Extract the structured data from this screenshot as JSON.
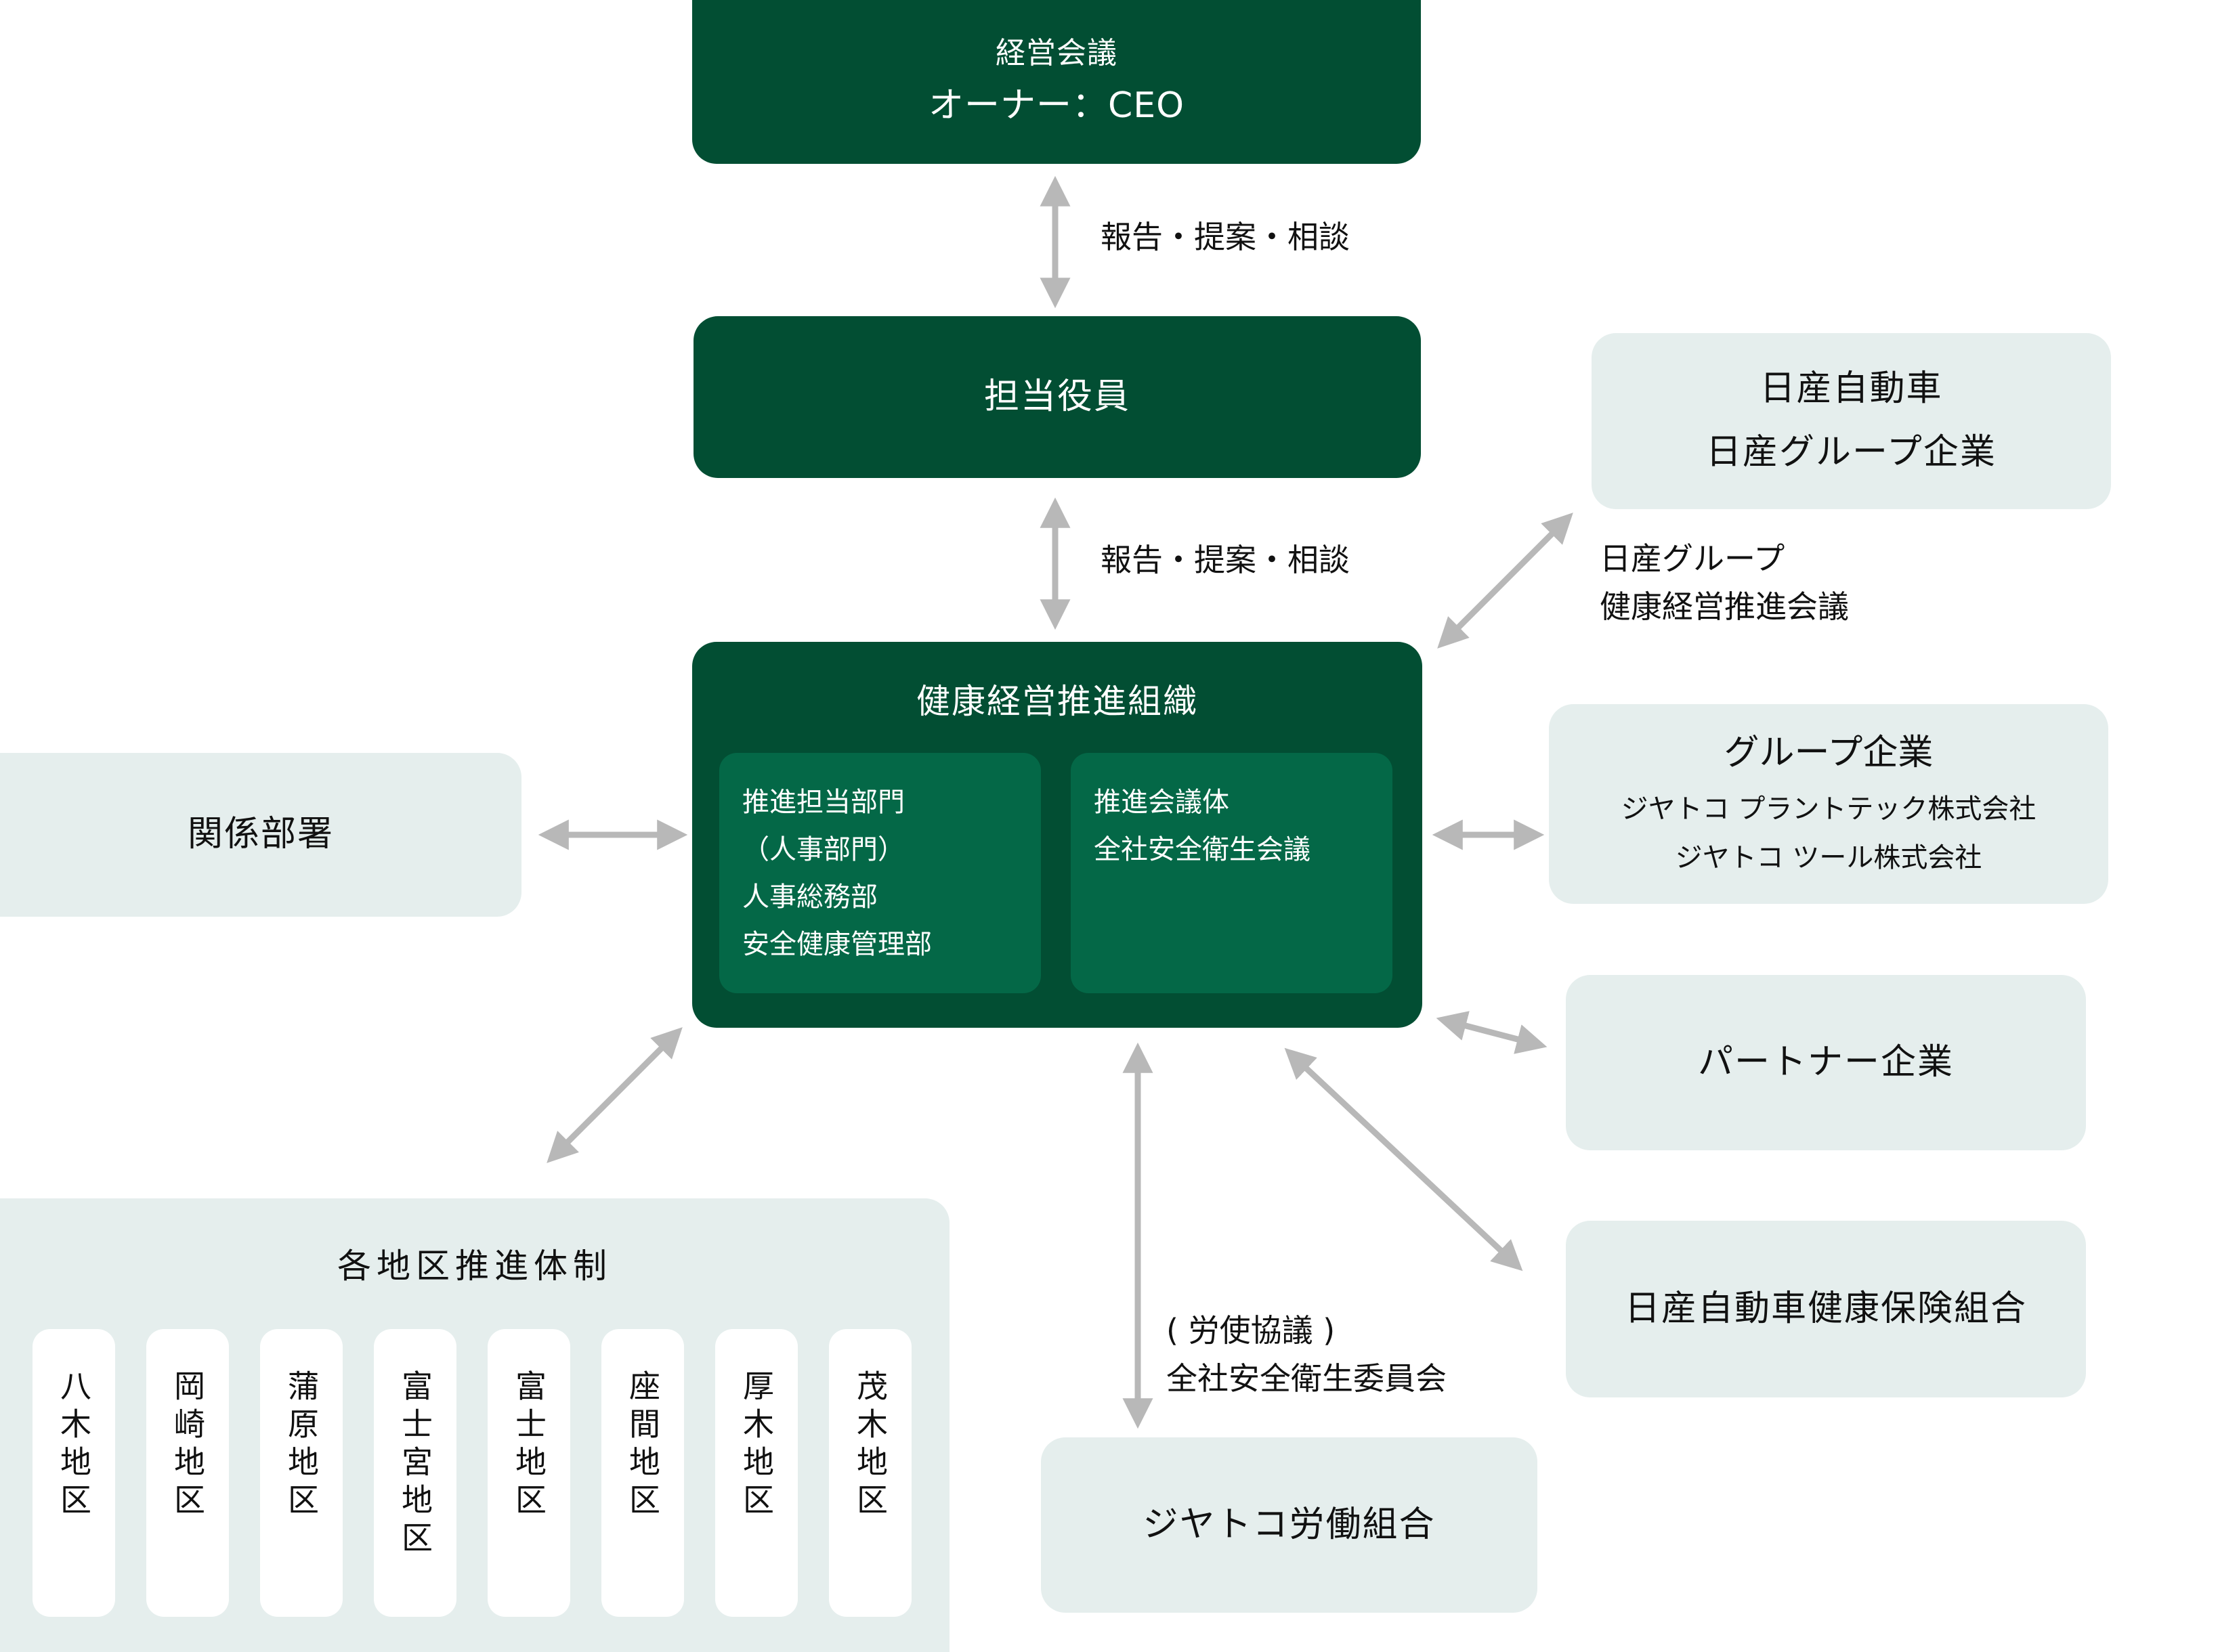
{
  "top_box": {
    "line1": "経営会議",
    "line2": "オーナー：CEO"
  },
  "arrow_label_1": "報告・提案・相談",
  "executive_box": {
    "label": "担当役員"
  },
  "arrow_label_2": "報告・提案・相談",
  "central": {
    "title": "健康経営推進組織",
    "left_panel": [
      "推進担当部門",
      "（人事部門）",
      "人事総務部",
      "安全健康管理部"
    ],
    "right_panel": [
      "推進会議体",
      "全社安全衛生会議"
    ]
  },
  "related_dept": {
    "label": "関係部署"
  },
  "nissan_box": {
    "line1": "日産自動車",
    "line2": "日産グループ企業"
  },
  "nissan_label": {
    "line1": "日産グループ",
    "line2": "健康経営推進会議"
  },
  "group_box": {
    "title": "グループ企業",
    "companies": [
      "ジヤトコ プラントテック株式会社",
      "ジヤトコ ツール株式会社"
    ]
  },
  "partner_box": {
    "label": "パートナー企業"
  },
  "insurance_box": {
    "label": "日産自動車健康保険組合"
  },
  "union_label": {
    "line1": "( 労使協議 )",
    "line2": "全社安全衛生委員会"
  },
  "union_box": {
    "label": "ジヤトコ労働組合"
  },
  "regions": {
    "title": "各地区推進体制",
    "items": [
      "八木地区",
      "岡崎地区",
      "蒲原地区",
      "富士宮地区",
      "富士地区",
      "座間地区",
      "厚木地区",
      "茂木地区"
    ]
  },
  "colors": {
    "dark_green": "#024e33",
    "mid_green": "#046847",
    "light_box": "#e5eeed",
    "arrow": "#b8b8b8"
  }
}
